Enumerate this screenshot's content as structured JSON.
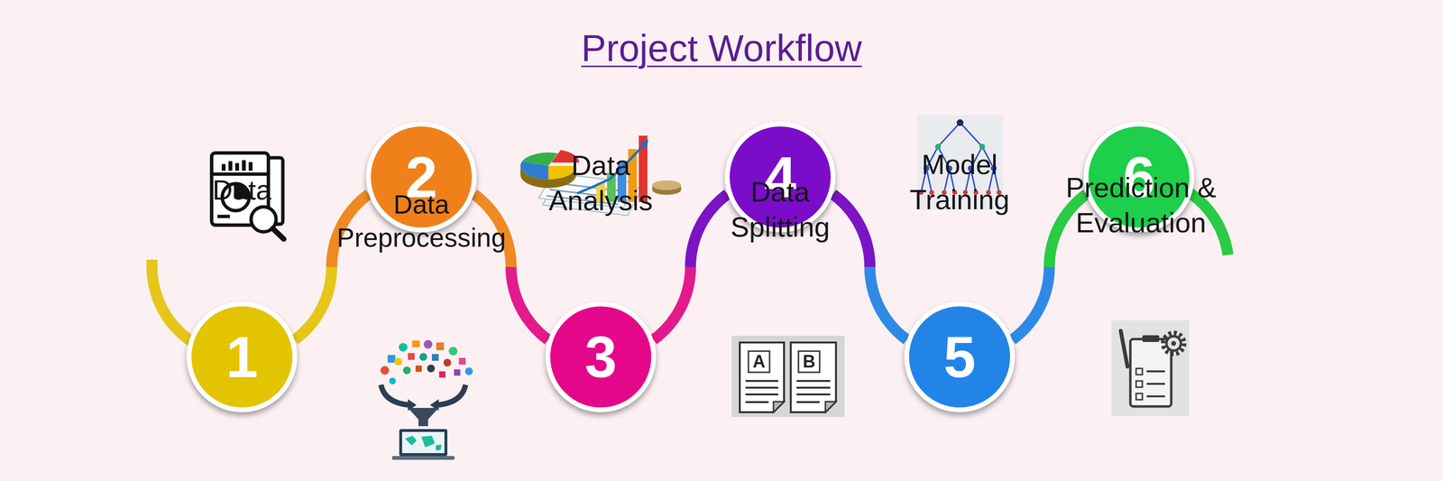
{
  "diagram": {
    "title": "Project Workflow",
    "nodes": [
      {
        "text": [
          "1",
          "Data"
        ]
      },
      {
        "text": [
          "2",
          "Data Preprocessing"
        ]
      },
      {
        "text": [
          "3",
          "Data Analysis"
        ]
      },
      {
        "text": [
          "4",
          "Data Splitting"
        ]
      },
      {
        "text": [
          "5",
          "Model Training"
        ]
      },
      {
        "text": [
          "6",
          "Prediction & Evaluation"
        ]
      }
    ],
    "edges": [
      {
        "from": 0,
        "to": 1,
        "arrow": "none"
      },
      {
        "from": 1,
        "to": 2,
        "arrow": "none"
      },
      {
        "from": 2,
        "to": 3,
        "arrow": "none"
      },
      {
        "from": 3,
        "to": 4,
        "arrow": "none"
      },
      {
        "from": 4,
        "to": 5,
        "arrow": "none"
      }
    ],
    "labels": [
      "A",
      "B"
    ]
  }
}
